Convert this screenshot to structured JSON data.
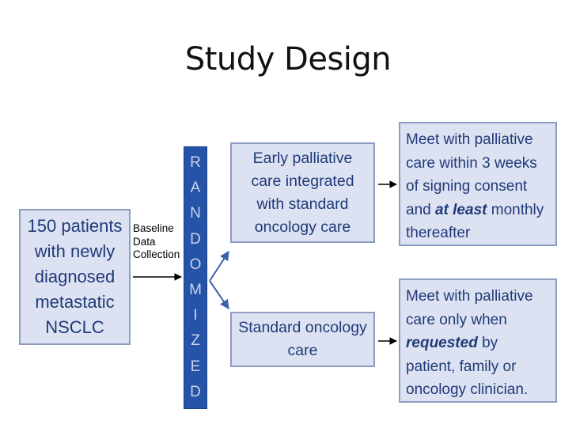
{
  "title": "Study Design",
  "patients_box": [
    "150 patients",
    "with newly",
    "diagnosed",
    "metastatic",
    "NSCLC"
  ],
  "baseline_label": [
    "Baseline",
    "Data",
    "Collection"
  ],
  "randomized_letters": [
    "R",
    "A",
    "N",
    "D",
    "O",
    "M",
    "I",
    "Z",
    "E",
    "D"
  ],
  "early_arm": [
    "Early palliative",
    "care integrated",
    "with standard",
    "oncology care"
  ],
  "standard_arm": [
    "Standard oncology",
    "care"
  ],
  "early_outcome": {
    "line1": "Meet with palliative",
    "line2": "care within 3 weeks",
    "line3": "of signing consent",
    "line4_pre": "and ",
    "line4_em": "at least",
    "line4_post": " monthly",
    "line5": "thereafter"
  },
  "standard_outcome": {
    "line1": "Meet with palliative",
    "line2": "care only when",
    "line3_em": "requested",
    "line3_post": " by",
    "line4": "patient, family or",
    "line5": "oncology clinician."
  },
  "colors": {
    "box_fill": "#dde2f2",
    "box_border": "#8e9cc4",
    "box_text": "#1f3a78",
    "randomized_bar": "#2453a8",
    "arm_arrow": "#3b62a8"
  }
}
